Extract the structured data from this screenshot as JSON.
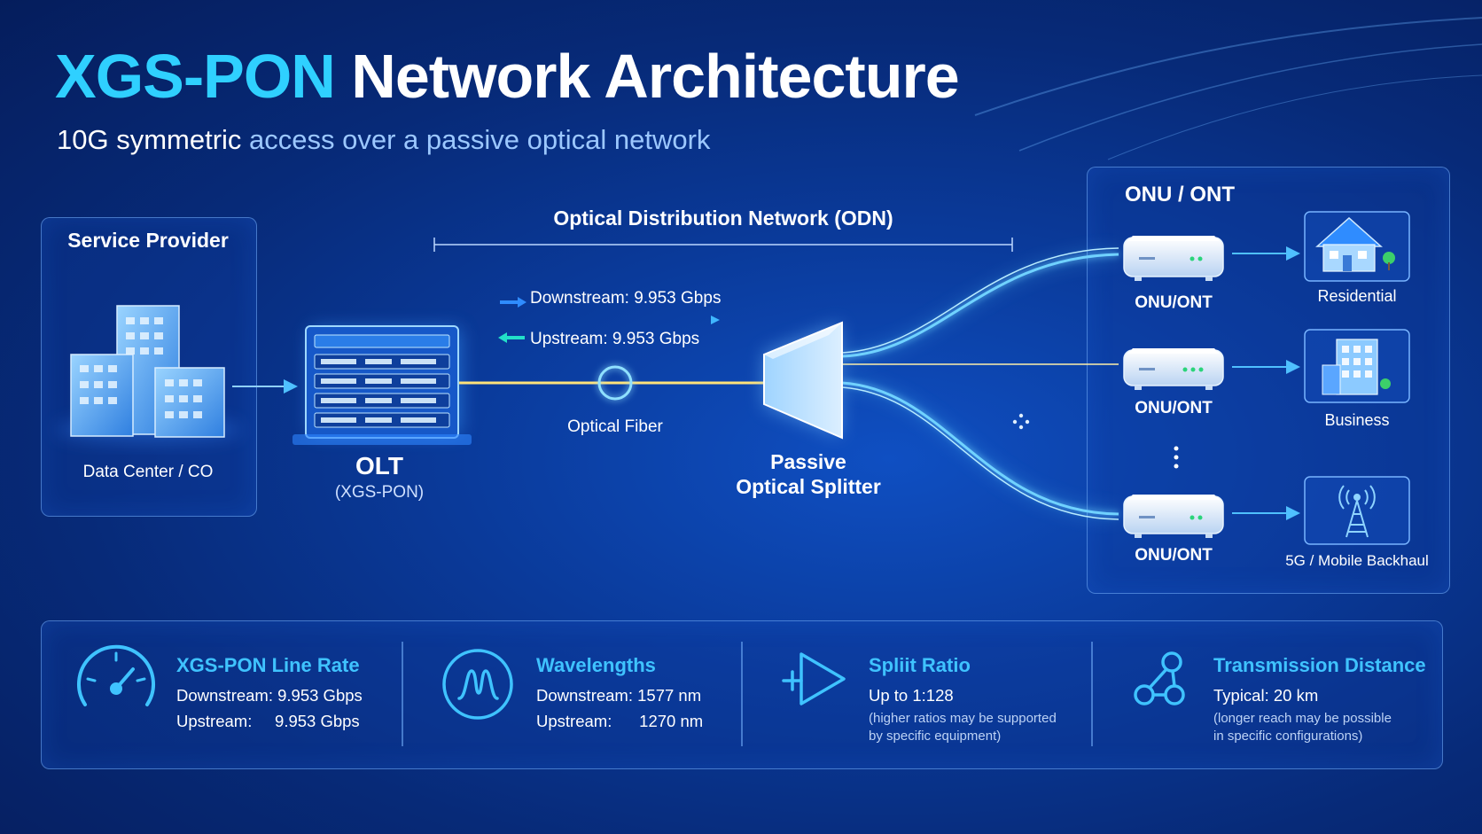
{
  "title": {
    "highlight": "XGS-PON",
    "rest": "Network Architecture"
  },
  "subtitle": {
    "strong": "10G symmetric",
    "regular": "access over a passive optical network"
  },
  "service_provider": {
    "title": "Service Provider",
    "caption": "Data Center / CO"
  },
  "olt": {
    "label": "OLT",
    "sublabel": "(XGS-PON)"
  },
  "odn": {
    "label": "Optical Distribution Network (ODN)"
  },
  "traffic": {
    "downstream": "Downstream: 9.953 Gbps",
    "upstream": "Upstream: 9.953 Gbps"
  },
  "fiber": {
    "label": "Optical Fiber"
  },
  "splitter": {
    "line1": "Passive",
    "line2": "Optical Splitter"
  },
  "onu_panel": {
    "title": "ONU / ONT",
    "devices": [
      {
        "label": "ONU/ONT",
        "destination": "Residential"
      },
      {
        "label": "ONU/ONT",
        "destination": "Business"
      },
      {
        "label": "ONU/ONT",
        "destination": "5G / Mobile Backhaul"
      }
    ]
  },
  "stats": [
    {
      "icon": "speedometer-icon",
      "title": "XGS-PON Line Rate",
      "line1": "Downstream: 9.953 Gbps",
      "line2": "Upstream:     9.953 Gbps"
    },
    {
      "icon": "wavelength-icon",
      "title": "Wavelengths",
      "line1": "Downstream: 1577 nm",
      "line2": "Upstream:      1270 nm"
    },
    {
      "icon": "splitter-icon",
      "title": "Spliit Ratio",
      "line1": "Up to 1:128",
      "note1": "(higher ratios may be supported",
      "note2": "by specific equipment)"
    },
    {
      "icon": "network-nodes-icon",
      "title": "Transmission Distance",
      "line1": "Typical: 20 km",
      "note1": "(longer reach may be possible",
      "note2": "in specific configurations)"
    }
  ],
  "colors": {
    "accent": "#2fd0ff",
    "fiber_glow": "#ffd24a",
    "panel_border": "#78b4ff",
    "stat_title": "#3fc3ff"
  }
}
